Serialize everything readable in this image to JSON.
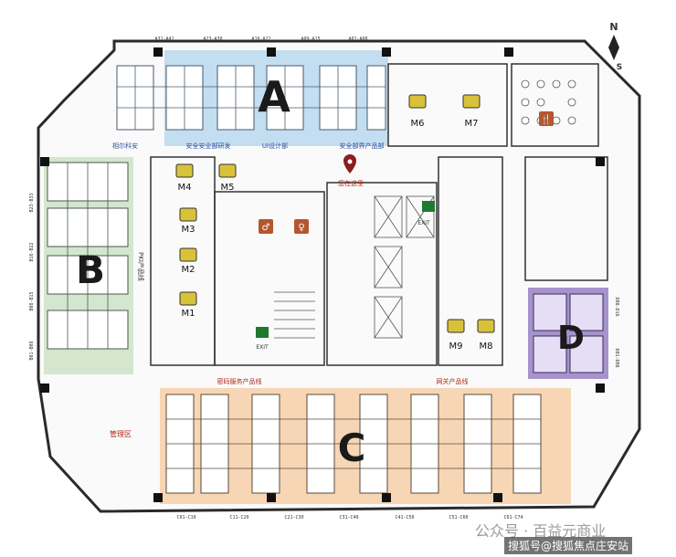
{
  "compass": {
    "north": "N",
    "south": "S"
  },
  "zones": {
    "a": "A",
    "b": "B",
    "c": "C",
    "d": "D"
  },
  "colors": {
    "zone_a": "#b9d8ee",
    "zone_b": "#cfe3c9",
    "zone_c": "#f4cfa8",
    "zone_d": "#9d87c7",
    "marker": "#8b1e1e"
  },
  "team_labels": {
    "a1": "相尔科安",
    "a2": "安全安业部研发",
    "a3": "UI设计部",
    "a4": "安全部界产品部",
    "b1": "PKI产品线",
    "c1": "密码服务产品线",
    "c2": "网关产品线",
    "mgmt": "管理区"
  },
  "you_are_here": "您在这里",
  "meeting_rooms": [
    "M1",
    "M2",
    "M3",
    "M4",
    "M5",
    "M6",
    "M7",
    "M8",
    "M9"
  ],
  "exit_labels": [
    "EXIT",
    "EXIT"
  ],
  "top_ranges": [
    "A31-A41",
    "A23-A30",
    "A16-A22",
    "A09-A15",
    "A01-A08"
  ],
  "bottom_ranges": [
    "C01-C10",
    "C11-C20",
    "C21-C30",
    "C31-C40",
    "C41-C50",
    "C51-C60",
    "C61-C74"
  ],
  "side_ranges_b": [
    "B23-B33",
    "B16-B22",
    "B08-B15",
    "B01-B08"
  ],
  "side_ranges_d": [
    "D08-D16",
    "D01-D08"
  ],
  "watermark": {
    "account": "公众号 · 百益元商业",
    "source": "搜狐号@搜狐焦点庄安站"
  }
}
